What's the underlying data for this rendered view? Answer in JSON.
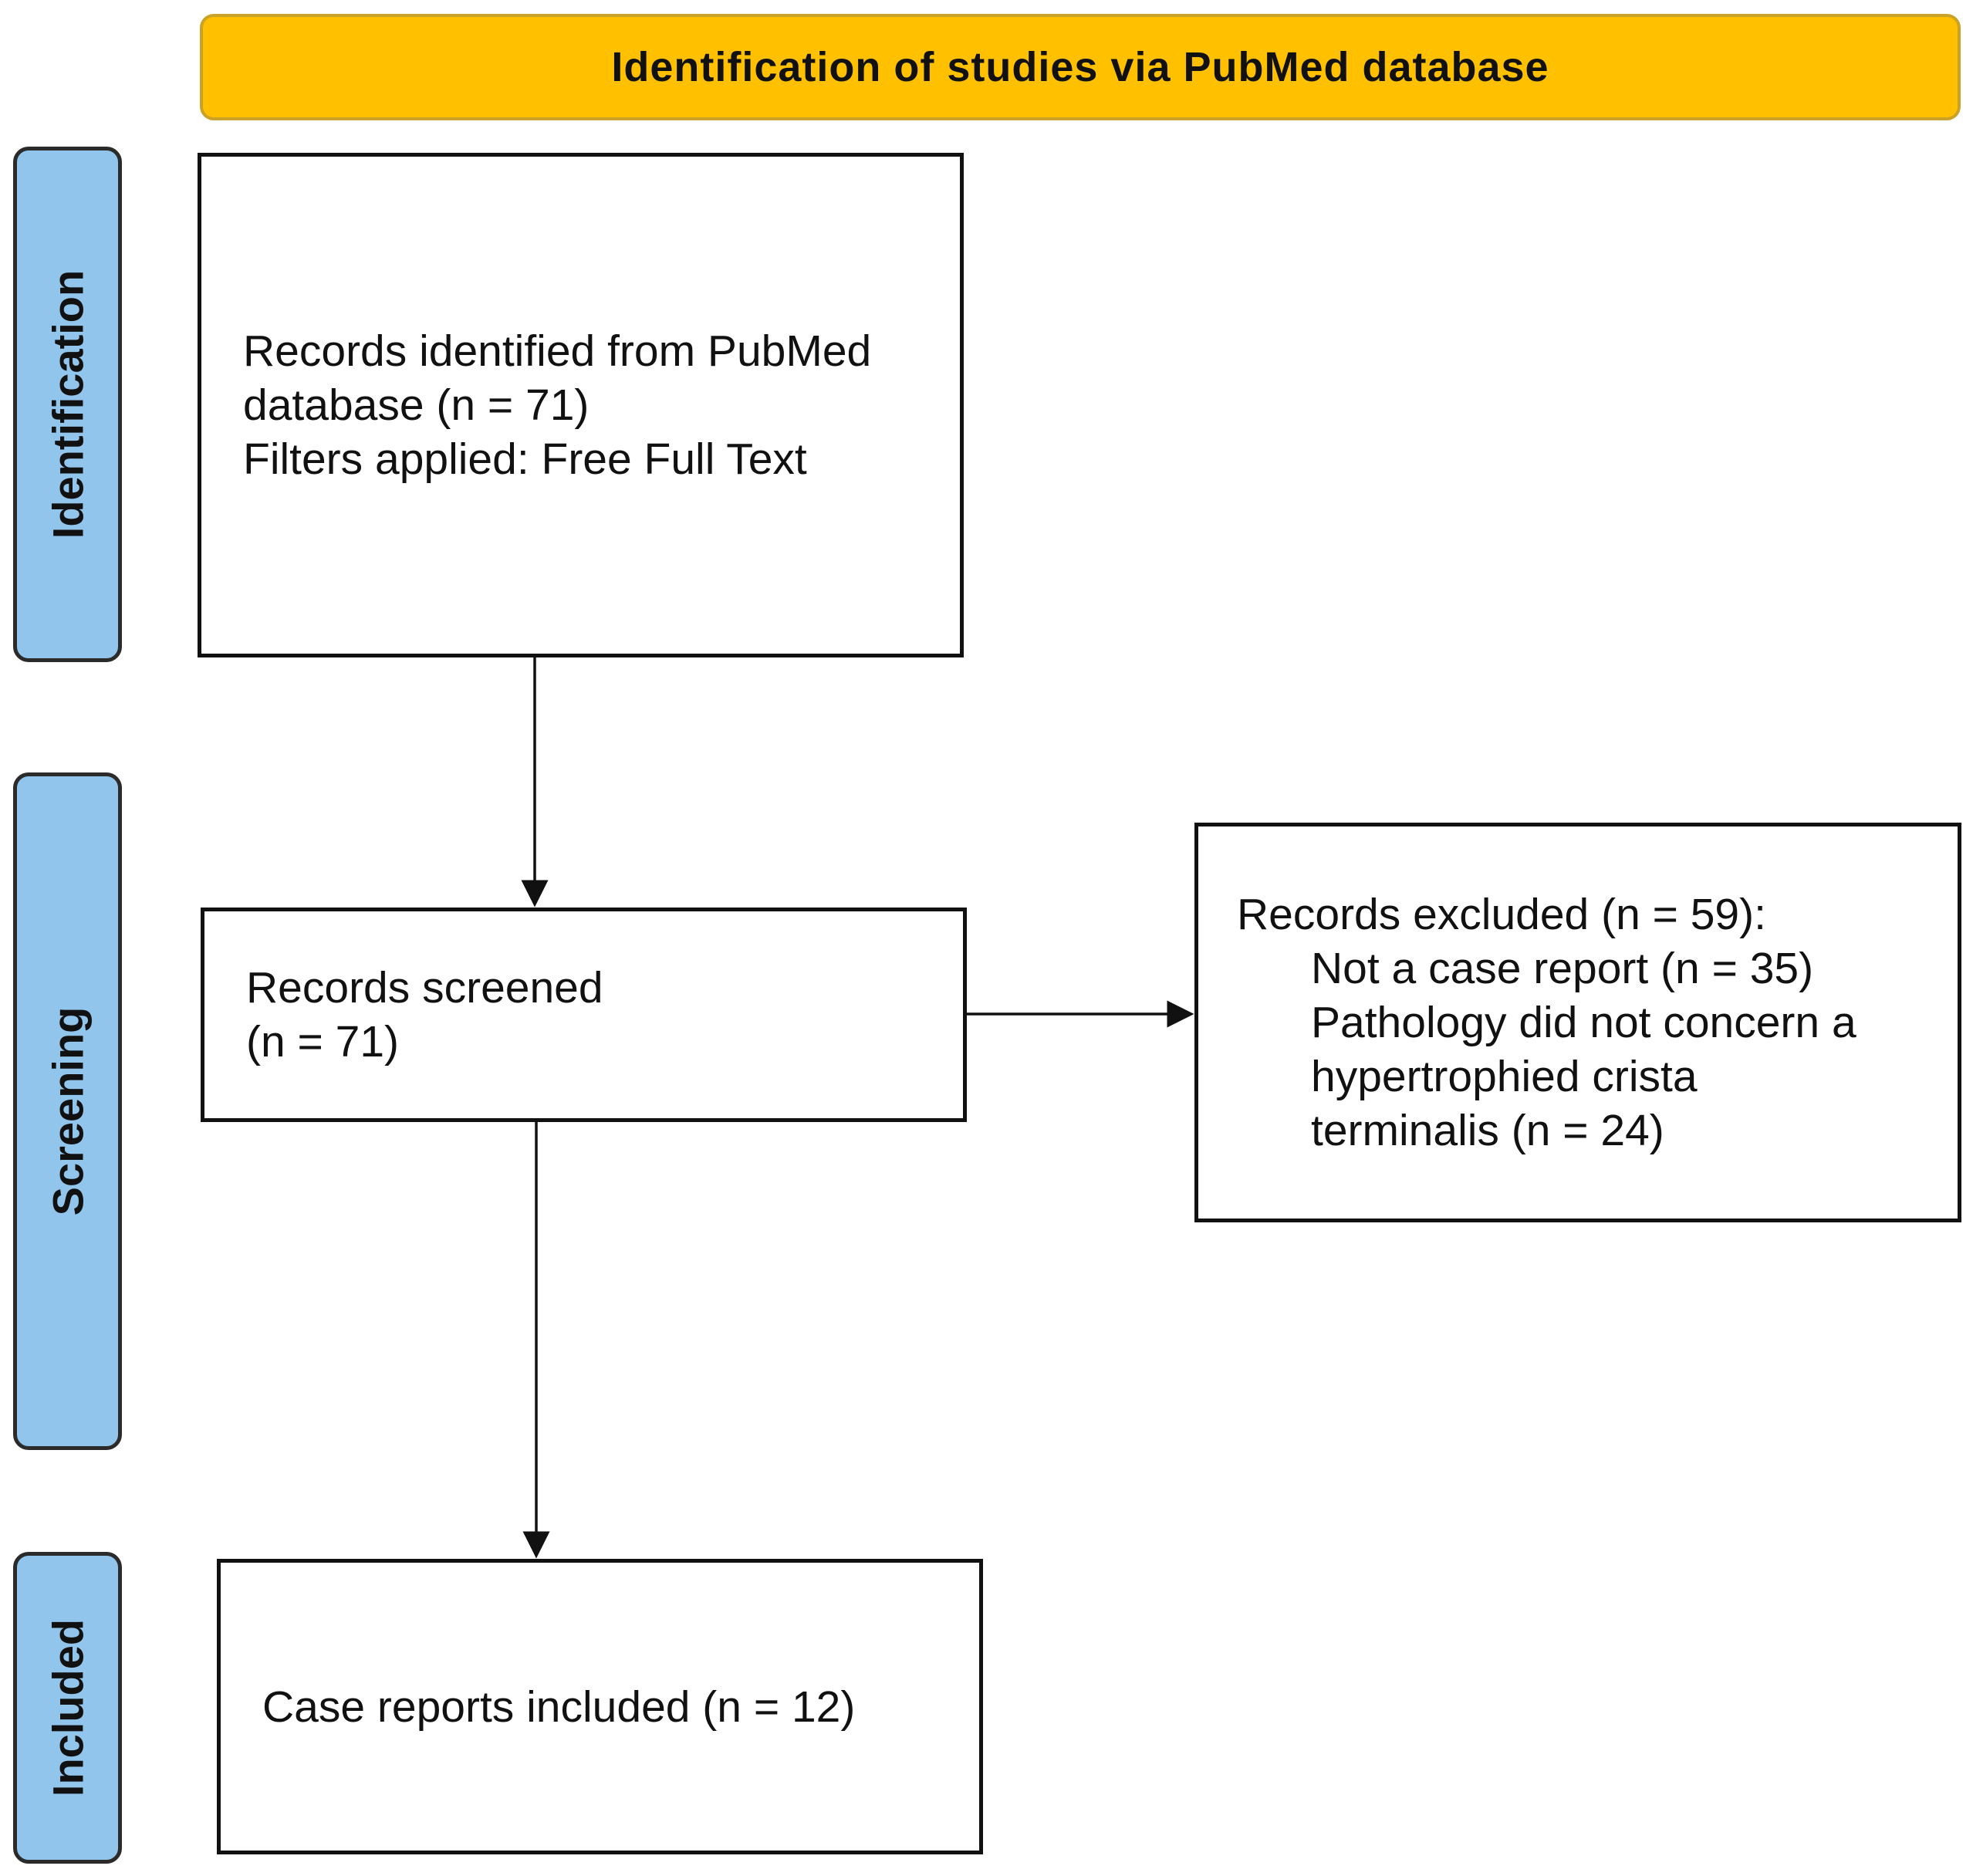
{
  "header": {
    "title": "Identification of studies via PubMed database"
  },
  "phases": {
    "identification": "Identification",
    "screening": "Screening",
    "included": "Included"
  },
  "boxes": {
    "identified": {
      "lines": [
        "Records identified from PubMed",
        "database (n = 71)",
        "Filters applied: Free Full Text"
      ]
    },
    "screened": {
      "lines": [
        "Records screened",
        "(n = 71)"
      ]
    },
    "excluded": {
      "heading": "Records excluded (n = 59):",
      "reasons": [
        "Not a case report (n = 35)",
        "Pathology did not concern a",
        "hypertrophied crista",
        "terminalis (n = 24)"
      ]
    },
    "included": {
      "lines": [
        "Case reports included (n = 12)"
      ]
    }
  },
  "colors": {
    "header_fill": "#FFC000",
    "phase_fill": "#92C5EC",
    "stroke": "#111111"
  }
}
